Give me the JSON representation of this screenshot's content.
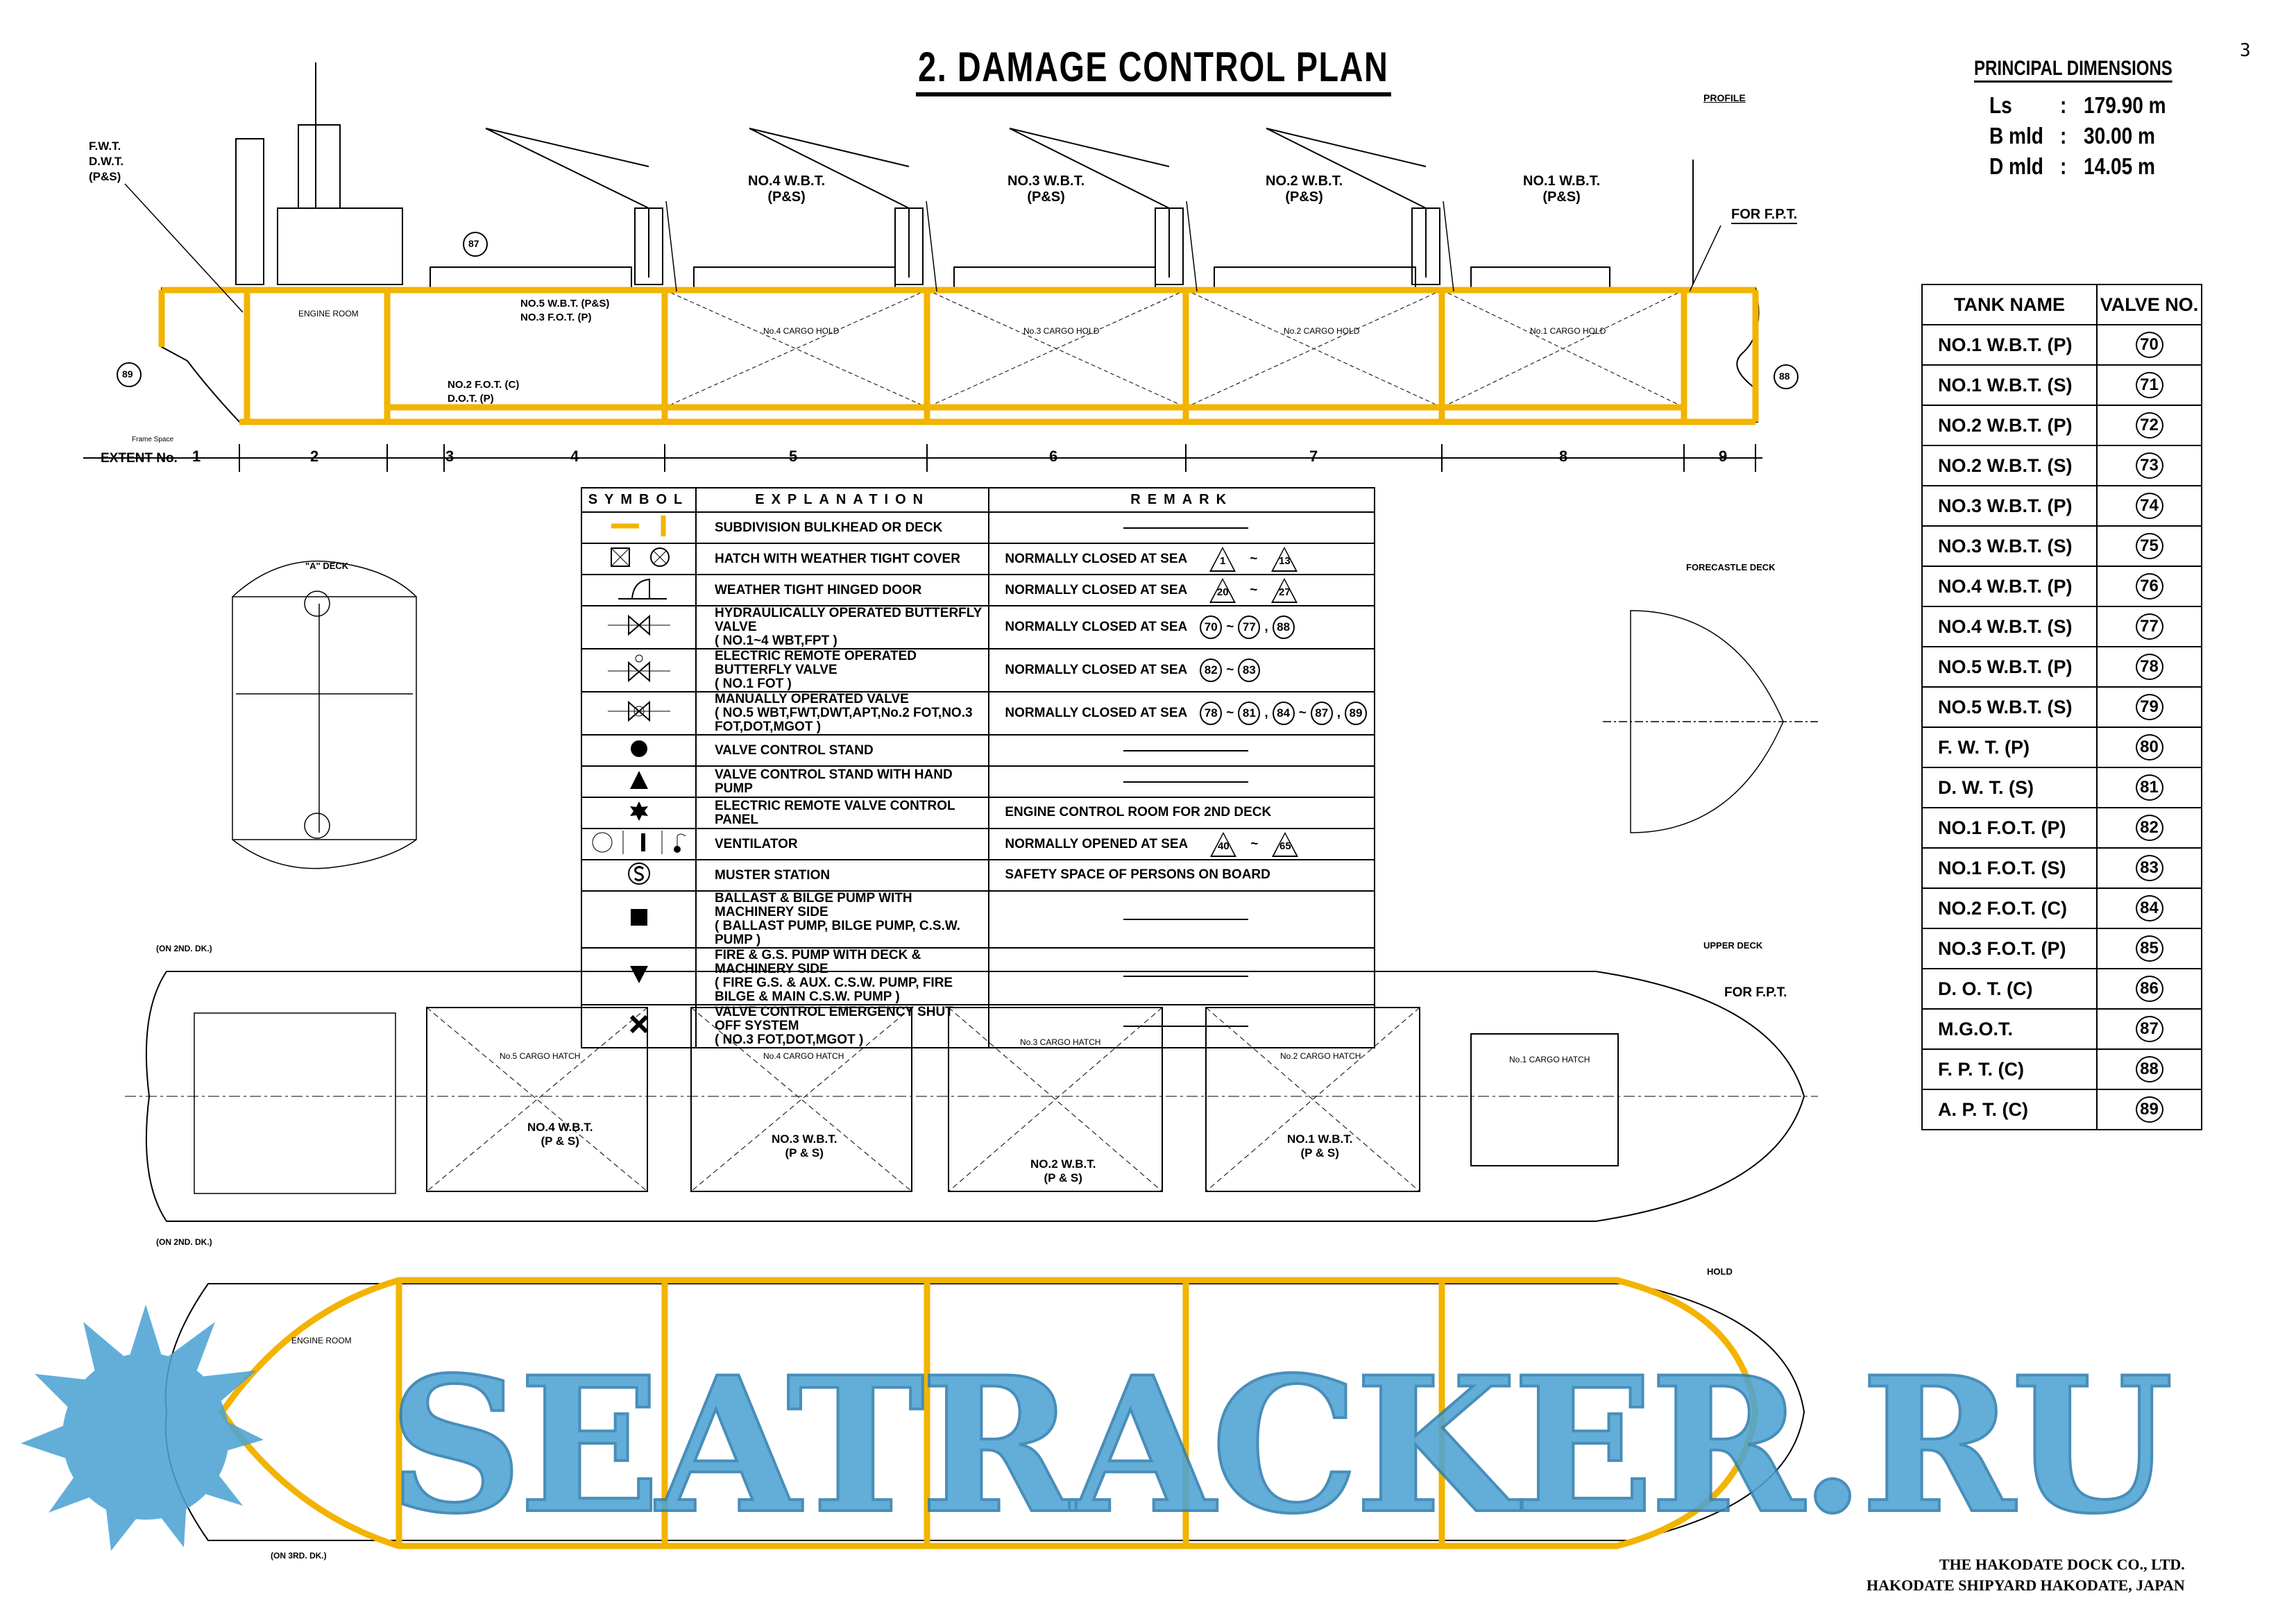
{
  "page_number": "3",
  "title": "2. DAMAGE  CONTROL  PLAN",
  "principal_dimensions": {
    "heading": "PRINCIPAL DIMENSIONS",
    "rows": [
      {
        "key": "Ls",
        "value": "179.90 m"
      },
      {
        "key": "B mld",
        "value": "30.00 m"
      },
      {
        "key": "D mld",
        "value": "14.05 m"
      }
    ]
  },
  "tank_table": {
    "headers": [
      "TANK NAME",
      "VALVE NO."
    ],
    "rows": [
      [
        "NO.1 W.B.T.  (P)",
        "70"
      ],
      [
        "NO.1 W.B.T.  (S)",
        "71"
      ],
      [
        "NO.2 W.B.T.  (P)",
        "72"
      ],
      [
        "NO.2 W.B.T.  (S)",
        "73"
      ],
      [
        "NO.3 W.B.T.  (P)",
        "74"
      ],
      [
        "NO.3 W.B.T.  (S)",
        "75"
      ],
      [
        "NO.4 W.B.T.  (P)",
        "76"
      ],
      [
        "NO.4 W.B.T.  (S)",
        "77"
      ],
      [
        "NO.5 W.B.T.  (P)",
        "78"
      ],
      [
        "NO.5 W.B.T.  (S)",
        "79"
      ],
      [
        "F. W. T.   (P)",
        "80"
      ],
      [
        "D. W. T.   (S)",
        "81"
      ],
      [
        "NO.1 F.O.T.  (P)",
        "82"
      ],
      [
        "NO.1 F.O.T.  (S)",
        "83"
      ],
      [
        "NO.2 F.O.T.  (C)",
        "84"
      ],
      [
        "NO.3 F.O.T.  (P)",
        "85"
      ],
      [
        "D. O. T.   (C)",
        "86"
      ],
      [
        "M.G.O.T.",
        "87"
      ],
      [
        "F. P. T.   (C)",
        "88"
      ],
      [
        "A. P. T.   (C)",
        "89"
      ]
    ]
  },
  "legend": {
    "headers": [
      "SYMBOL",
      "EXPLANATION",
      "REMARK"
    ],
    "rows": [
      {
        "symbol": "bulkhead-line",
        "explanation": [
          "SUBDIVISION BULKHEAD OR DECK"
        ],
        "remark": "",
        "marks": []
      },
      {
        "symbol": "hatch",
        "explanation": [
          "HATCH WITH WEATHER TIGHT COVER"
        ],
        "remark": "NORMALLY CLOSED AT SEA",
        "marks": [
          {
            "t": "tri",
            "v": "1"
          },
          {
            "t": "sep",
            "v": "~"
          },
          {
            "t": "tri",
            "v": "13"
          }
        ]
      },
      {
        "symbol": "hinged-door",
        "explanation": [
          "WEATHER TIGHT HINGED DOOR"
        ],
        "remark": "NORMALLY CLOSED AT SEA",
        "marks": [
          {
            "t": "tri",
            "v": "20"
          },
          {
            "t": "sep",
            "v": "~"
          },
          {
            "t": "tri",
            "v": "27"
          }
        ]
      },
      {
        "symbol": "hydraulic-valve",
        "explanation": [
          "HYDRAULICALLY OPERATED BUTTERFLY VALVE",
          "( NO.1~4 WBT,FPT )"
        ],
        "remark": "NORMALLY CLOSED AT SEA",
        "marks": [
          {
            "t": "circ",
            "v": "70"
          },
          {
            "t": "sep",
            "v": "~"
          },
          {
            "t": "circ",
            "v": "77"
          },
          {
            "t": "sep",
            "v": ","
          },
          {
            "t": "circ",
            "v": "88"
          }
        ]
      },
      {
        "symbol": "electric-valve",
        "explanation": [
          "ELECTRIC REMOTE OPERATED BUTTERFLY VALVE",
          "( NO.1 FOT )"
        ],
        "remark": "NORMALLY CLOSED AT SEA",
        "marks": [
          {
            "t": "circ",
            "v": "82"
          },
          {
            "t": "sep",
            "v": "~"
          },
          {
            "t": "circ",
            "v": "83"
          }
        ]
      },
      {
        "symbol": "manual-valve",
        "explanation": [
          "MANUALLY OPERATED VALVE",
          "( NO.5 WBT,FWT,DWT,APT,No.2 FOT,NO.3 FOT,DOT,MGOT )"
        ],
        "remark": "NORMALLY CLOSED AT SEA",
        "marks": [
          {
            "t": "circ",
            "v": "78"
          },
          {
            "t": "sep",
            "v": "~"
          },
          {
            "t": "circ",
            "v": "81"
          },
          {
            "t": "sep",
            "v": ","
          },
          {
            "t": "circ",
            "v": "84"
          },
          {
            "t": "sep",
            "v": "~"
          },
          {
            "t": "circ",
            "v": "87"
          },
          {
            "t": "sep",
            "v": ","
          },
          {
            "t": "circ",
            "v": "89"
          }
        ]
      },
      {
        "symbol": "circle-filled",
        "explanation": [
          "VALVE CONTROL STAND"
        ],
        "remark": "",
        "marks": []
      },
      {
        "symbol": "triangle-up",
        "explanation": [
          "VALVE CONTROL STAND WITH HAND PUMP"
        ],
        "remark": "",
        "marks": []
      },
      {
        "symbol": "star",
        "explanation": [
          "ELECTRIC REMOTE VALVE CONTROL PANEL"
        ],
        "remark": "ENGINE CONTROL ROOM FOR 2ND DECK",
        "marks": []
      },
      {
        "symbol": "ventilator",
        "explanation": [
          "VENTILATOR"
        ],
        "remark": "NORMALLY OPENED AT SEA",
        "marks": [
          {
            "t": "tri",
            "v": "40"
          },
          {
            "t": "sep",
            "v": "~"
          },
          {
            "t": "tri",
            "v": "65"
          }
        ]
      },
      {
        "symbol": "muster",
        "explanation": [
          "MUSTER STATION"
        ],
        "remark": "SAFETY SPACE OF PERSONS ON BOARD",
        "marks": []
      },
      {
        "symbol": "square",
        "explanation": [
          "BALLAST & BILGE PUMP WITH MACHINERY SIDE",
          "( BALLAST PUMP, BILGE PUMP, C.S.W. PUMP )"
        ],
        "remark": "",
        "marks": []
      },
      {
        "symbol": "triangle-down",
        "explanation": [
          "FIRE & G.S. PUMP WITH DECK & MACHINERY SIDE",
          "( FIRE G.S. & AUX. C.S.W. PUMP, FIRE BILGE & MAIN C.S.W. PUMP )"
        ],
        "remark": "",
        "marks": []
      },
      {
        "symbol": "cross",
        "explanation": [
          "VALVE CONTROL EMERGENCY SHUT OFF SYSTEM",
          "( NO.3 FOT,DOT,MGOT )"
        ],
        "remark": "",
        "marks": []
      }
    ]
  },
  "profile": {
    "view_label": "PROFILE",
    "extent_label": "EXTENT No.",
    "extents": [
      "1",
      "2",
      "3",
      "4",
      "5",
      "6",
      "7",
      "8",
      "9"
    ],
    "frame_space_label": "Frame Space",
    "callouts": {
      "fwt_dwt": [
        "F.W.T.",
        "D.W.T.",
        "(P&S)"
      ],
      "wbt4": [
        "NO.4 W.B.T.",
        "(P&S)"
      ],
      "wbt3": [
        "NO.3 W.B.T.",
        "(P&S)"
      ],
      "wbt2": [
        "NO.2 W.B.T.",
        "(P&S)"
      ],
      "wbt1": [
        "NO.1 W.B.T.",
        "(P&S)"
      ],
      "fpt": "FOR  F.P.T.",
      "wbt5_fot3": [
        "NO.5 W.B.T. (P&S)",
        "NO.3 F.O.T. (P)"
      ],
      "fot2_dot": [
        "NO.2 F.O.T. (C)",
        "D.O.T. (P)"
      ],
      "v87": "87",
      "v89": "89",
      "v88": "88"
    },
    "holds": [
      "No.4 CARGO HOLD",
      "No.3 CARGO HOLD",
      "No.2 CARGO HOLD",
      "No.1 CARGO HOLD"
    ],
    "engine_room": "ENGINE ROOM"
  },
  "a_deck": {
    "label": "\"A\" DECK"
  },
  "forecastle": {
    "label": "FORECASTLE DECK"
  },
  "upper_deck": {
    "label": "UPPER DECK",
    "hatches": [
      "No.5 CARGO HATCH",
      "No.4 CARGO HATCH",
      "No.3 CARGO HATCH",
      "No.2 CARGO HATCH",
      "No.1 CARGO HATCH"
    ],
    "wbt_labels": [
      [
        "NO.4 W.B.T.",
        "(P & S)"
      ],
      [
        "NO.3 W.B.T.",
        "(P & S)"
      ],
      [
        "NO.2 W.B.T.",
        "(P & S)"
      ],
      [
        "NO.1 W.B.T.",
        "(P & S)"
      ]
    ],
    "fpt": "FOR  F.P.T.",
    "on_2nd_80": "(ON 2ND. DK.)",
    "on_2nd_81": "(ON 2ND. DK.)"
  },
  "hold": {
    "label": "HOLD",
    "engine_room": "ENGINE ROOM",
    "on_3rd": "(ON 3RD. DK.)"
  },
  "watermark": "SEATRACKER.RU",
  "footer": [
    "THE HAKODATE DOCK CO., LTD.",
    "HAKODATE SHIPYARD HAKODATE, JAPAN"
  ],
  "colors": {
    "bulkhead": "#f2b400",
    "watermark": "#4da3d4"
  }
}
